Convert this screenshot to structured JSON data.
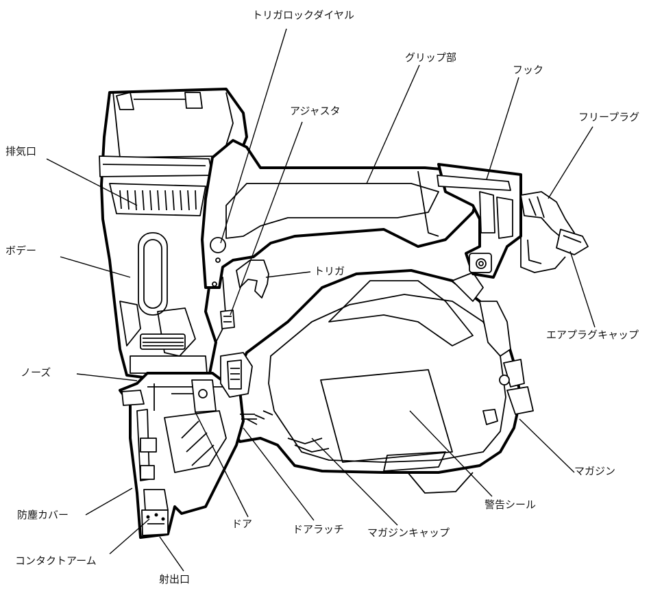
{
  "diagram": {
    "labels": {
      "trigger_lock_dial": "トリガロックダイヤル",
      "grip": "グリップ部",
      "hook": "フック",
      "free_plug": "フリープラグ",
      "adjuster": "アジャスタ",
      "exhaust": "排気口",
      "body": "ボデー",
      "trigger": "トリガ",
      "air_plug_cap": "エアプラグキャップ",
      "nose": "ノーズ",
      "magazine": "マガジン",
      "warning_seal": "警告シール",
      "dust_cover": "防塵カバー",
      "door": "ドア",
      "door_latch": "ドアラッチ",
      "magazine_cap": "マガジンキャップ",
      "contact_arm": "コンタクトアーム",
      "outlet": "射出口"
    }
  }
}
